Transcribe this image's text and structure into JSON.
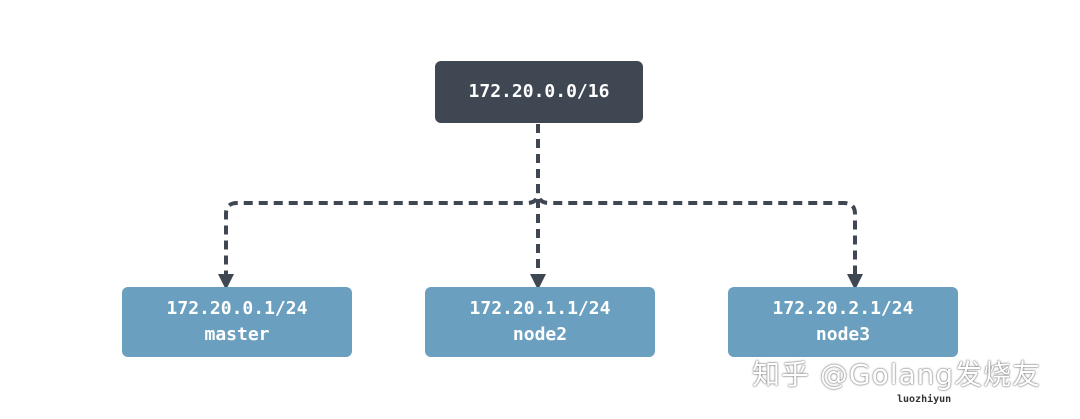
{
  "root": {
    "cidr": "172.20.0.0/16"
  },
  "nodes": [
    {
      "cidr": "172.20.0.1/24",
      "name": "master"
    },
    {
      "cidr": "172.20.1.1/24",
      "name": "node2"
    },
    {
      "cidr": "172.20.2.1/24",
      "name": "node3"
    }
  ],
  "watermark": "知乎 @Golang发烧友",
  "credit": "luozhiyun",
  "colors": {
    "root_box": "#3f4752",
    "child_box": "#6a9fbf",
    "connector": "#3f4752"
  }
}
